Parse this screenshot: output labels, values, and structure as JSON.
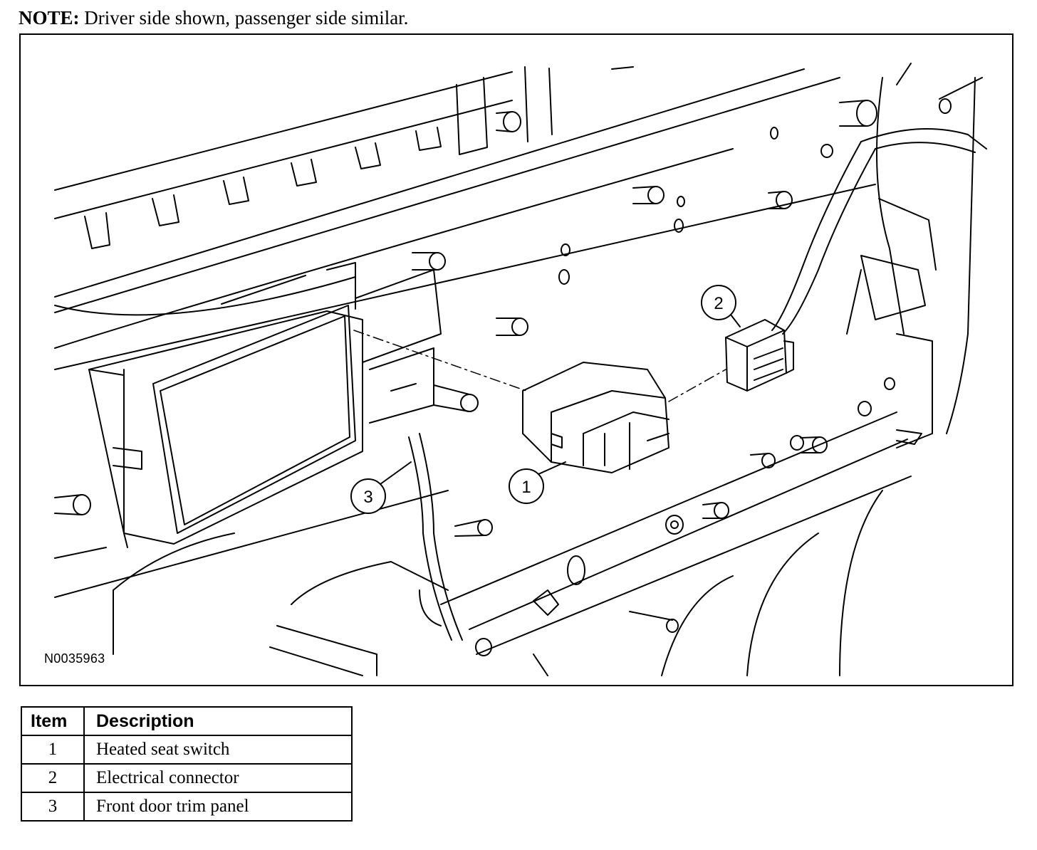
{
  "note": {
    "label": "NOTE:",
    "text": " Driver side shown, passenger side similar."
  },
  "figure": {
    "id": "N0035963"
  },
  "callouts": [
    "1",
    "2",
    "3"
  ],
  "legend": {
    "headers": {
      "item": "Item",
      "description": "Description"
    },
    "rows": [
      {
        "item": "1",
        "description": "Heated seat switch"
      },
      {
        "item": "2",
        "description": "Electrical connector"
      },
      {
        "item": "3",
        "description": "Front door trim panel"
      }
    ]
  }
}
